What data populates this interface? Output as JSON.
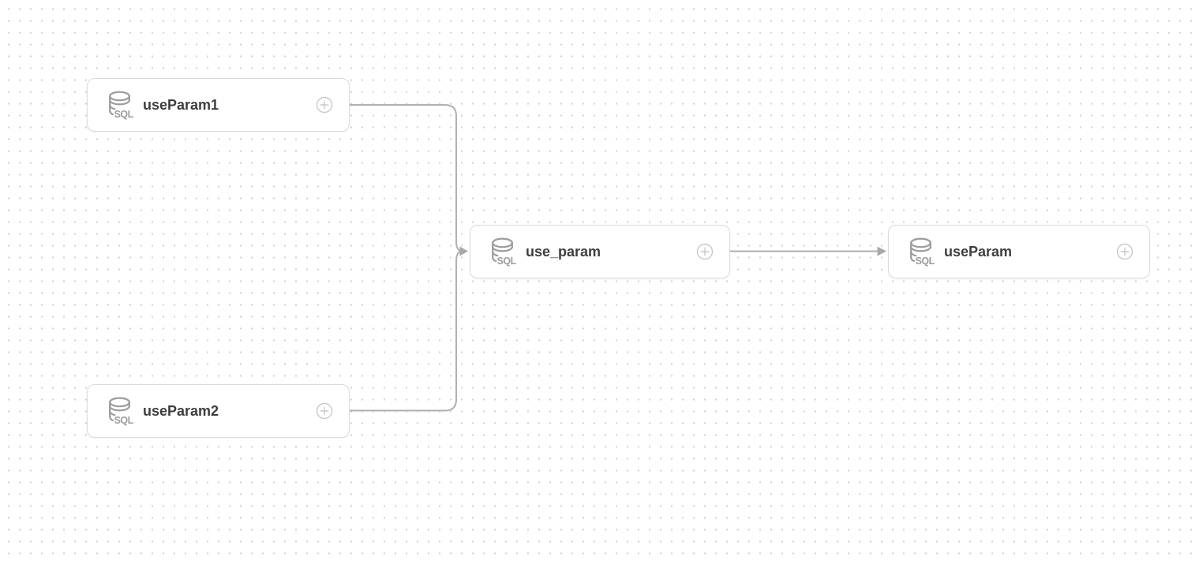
{
  "canvas": {
    "background_color": "#ffffff",
    "dot_color": "#d1d1d1"
  },
  "colors": {
    "node_border": "#dbdbdb",
    "node_background": "#ffffff",
    "edge": "#b0b0b0",
    "arrowhead": "#a8a8a8",
    "label_text": "#3e3e3e",
    "sql_icon": "#9c9c9c",
    "plus_icon": "#c9c9c9"
  },
  "icons": {
    "sql_badge_text": "SQL"
  },
  "nodes": [
    {
      "id": "useParam1",
      "label": "useParam1",
      "type": "sql-model",
      "icon": "sql-database-icon"
    },
    {
      "id": "useParam2",
      "label": "useParam2",
      "type": "sql-model",
      "icon": "sql-database-icon"
    },
    {
      "id": "use_param",
      "label": "use_param",
      "type": "sql-model",
      "icon": "sql-database-icon"
    },
    {
      "id": "useParam",
      "label": "useParam",
      "type": "sql-model",
      "icon": "sql-database-icon"
    }
  ],
  "edges": [
    {
      "from": "useParam1",
      "to": "use_param"
    },
    {
      "from": "useParam2",
      "to": "use_param"
    },
    {
      "from": "use_param",
      "to": "useParam"
    }
  ]
}
